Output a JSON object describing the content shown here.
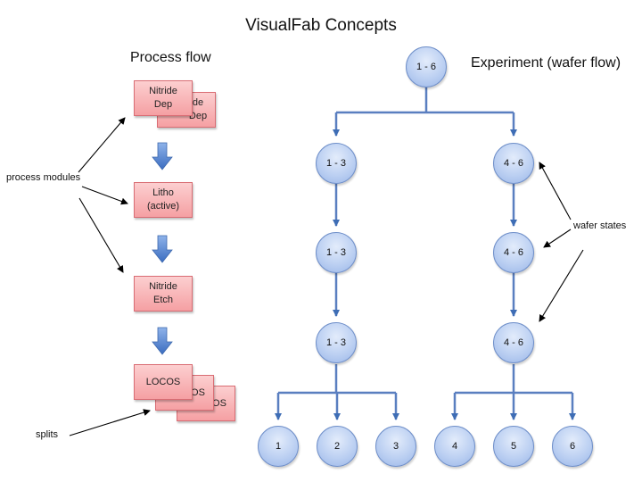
{
  "title": "VisualFab Concepts",
  "process_flow": {
    "title": "Process flow",
    "modules": [
      {
        "line1": "Nitride",
        "line2": "Dep"
      },
      {
        "line1": "Litho",
        "line2": "(active)"
      },
      {
        "line1": "Nitride",
        "line2": "Etch"
      },
      {
        "line1": "LOCOS",
        "line2": ""
      }
    ],
    "stack_fragments": {
      "nitride_dep_back_line1": "de",
      "nitride_dep_back_line2": "Dep",
      "locos_back_1": "OS",
      "locos_back_2": "OS"
    }
  },
  "experiment": {
    "title": "Experiment (wafer flow)",
    "nodes": {
      "root": "1 - 6",
      "left_1": "1 - 3",
      "left_2": "1 - 3",
      "left_3": "1 - 3",
      "right_1": "4 - 6",
      "right_2": "4 - 6",
      "right_3": "4 - 6",
      "leaf_1": "1",
      "leaf_2": "2",
      "leaf_3": "3",
      "leaf_4": "4",
      "leaf_5": "5",
      "leaf_6": "6"
    }
  },
  "annotations": {
    "process_modules": "process modules",
    "wafer_states": "wafer states",
    "splits": "splits"
  },
  "colors": {
    "module_fill": "#f5a0a3",
    "module_border": "#d96d74",
    "node_fill": "#bcd0f2",
    "node_border": "#6f8fc9",
    "connector": "#5a7fc0",
    "flow_arrow": "#4f81c7"
  }
}
